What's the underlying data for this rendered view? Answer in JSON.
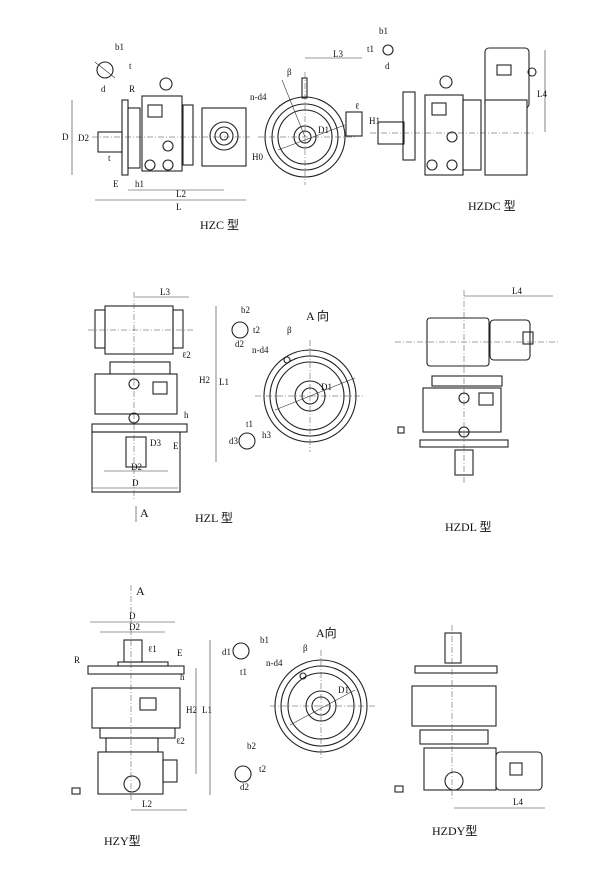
{
  "captions": {
    "hzc": "HZC 型",
    "hzdc": "HZDC 型",
    "hzl": "HZL 型",
    "hzdl": "HZDL 型",
    "hzy": "HZY型",
    "hzdy": "HZDY型"
  },
  "view_labels": {
    "a_view_mid": "A 向",
    "a_view_bottom": "A向",
    "a_arrow_mid": "A",
    "a_arrow_bottom": "A"
  },
  "dims_top": [
    "b1",
    "t",
    "d",
    "R",
    "D",
    "D2",
    "t",
    "E",
    "h1",
    "L2",
    "L",
    "β",
    "n-d4",
    "D1",
    "L3",
    "b1",
    "t1",
    "d",
    "ℓ",
    "H1",
    "H0",
    "L4"
  ],
  "dims_mid": [
    "L3",
    "b2",
    "t2",
    "d2",
    "ℓ2",
    "H2",
    "L1",
    "β",
    "n-d4",
    "D1",
    "h",
    "t1",
    "h3",
    "d3",
    "D3",
    "E",
    "D2",
    "D",
    "L4"
  ],
  "dims_bottom": [
    "D",
    "D2",
    "R",
    "E",
    "ℓ1",
    "h",
    "H2",
    "L1",
    "ℓ2",
    "L2",
    "d1",
    "b1",
    "t1",
    "n-d4",
    "β",
    "D1",
    "b2",
    "t2",
    "d2",
    "L4"
  ]
}
